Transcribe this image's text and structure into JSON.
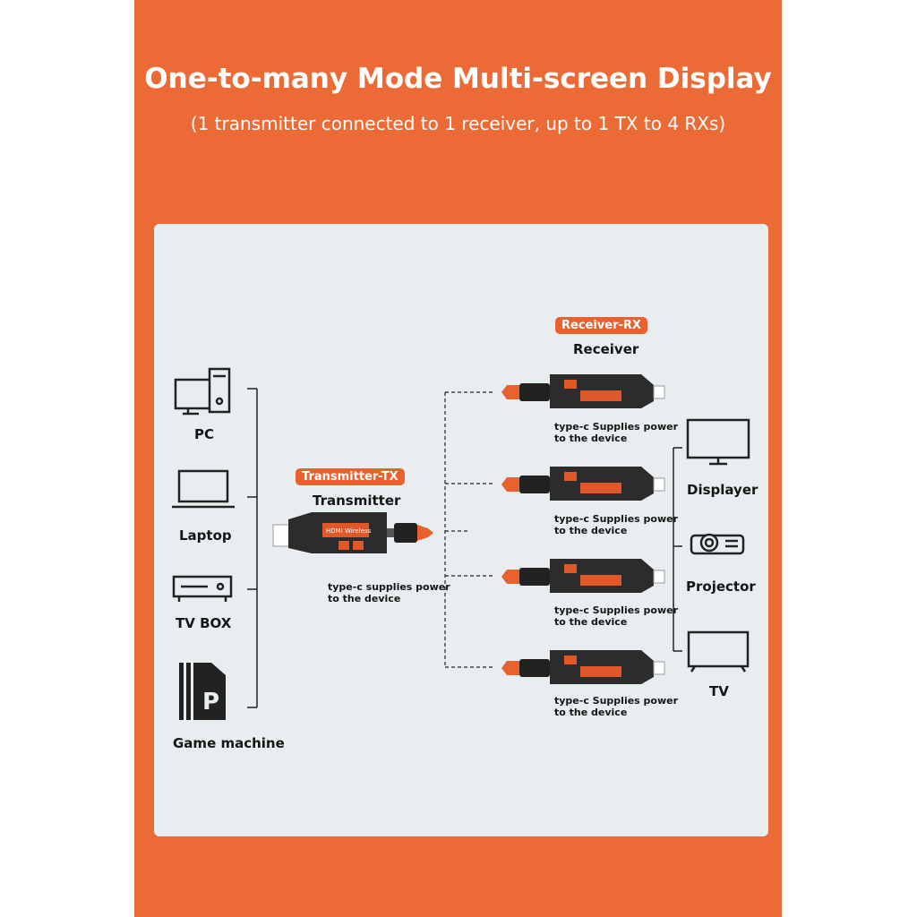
{
  "header": {
    "title": "One-to-many Mode Multi-screen Display",
    "subtitle": "(1 transmitter connected to 1 receiver, up to 1 TX to 4 RXs)"
  },
  "sources": [
    {
      "label": "PC",
      "icon": "pc-icon"
    },
    {
      "label": "Laptop",
      "icon": "laptop-icon"
    },
    {
      "label": "TV BOX",
      "icon": "tv-box-icon"
    },
    {
      "label": "Game machine",
      "icon": "game-console-icon"
    }
  ],
  "transmitter": {
    "tag": "Transmitter-TX",
    "label": "Transmitter",
    "note_line1": "type-c supplies power",
    "note_line2": "to the device",
    "device_text": "HDMI Wireless"
  },
  "receiver": {
    "tag": "Receiver-RX",
    "label": "Receiver",
    "units": [
      {
        "note_line1": "type-c Supplies power",
        "note_line2": "to the device"
      },
      {
        "note_line1": "type-c Supplies power",
        "note_line2": "to the device"
      },
      {
        "note_line1": "type-c Supplies power",
        "note_line2": "to the device"
      },
      {
        "note_line1": "type-c Supplies power",
        "note_line2": "to the device"
      }
    ]
  },
  "displays": [
    {
      "label": "Displayer",
      "icon": "monitor-icon"
    },
    {
      "label": "Projector",
      "icon": "projector-icon"
    },
    {
      "label": "TV",
      "icon": "tv-icon"
    }
  ],
  "colors": {
    "accent": "#ec6a35",
    "panel": "#e8eef0",
    "device": "#2c2c2c",
    "tag": "#e9612e"
  }
}
